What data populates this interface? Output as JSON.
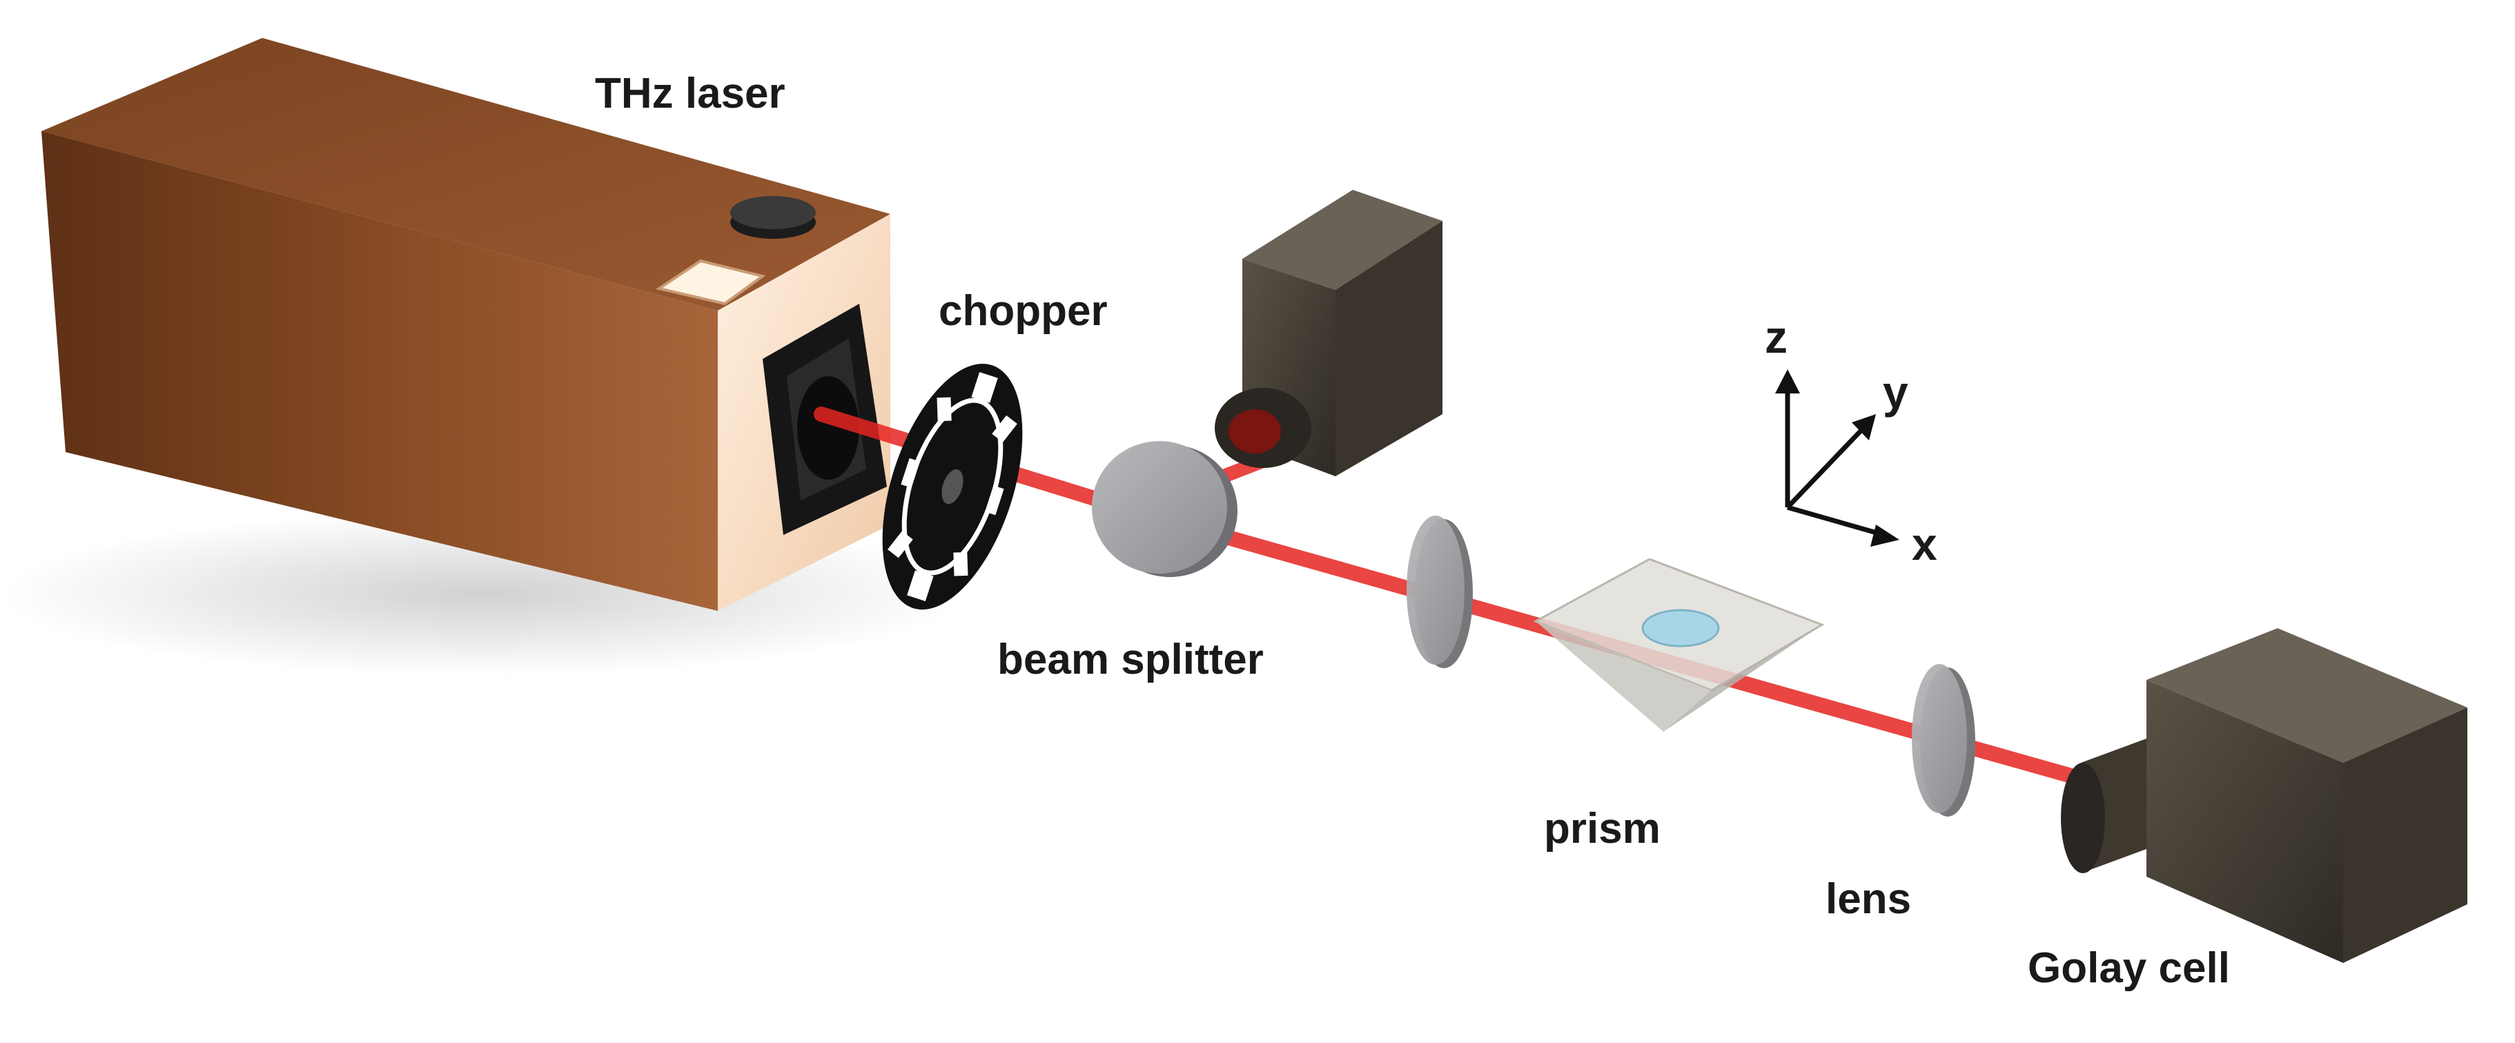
{
  "labels": {
    "thz_laser": "THz laser",
    "chopper": "chopper",
    "beam_splitter": "beam splitter",
    "prism": "prism",
    "lens": "lens",
    "golay_cell": "Golay cell"
  },
  "axes": {
    "x": "x",
    "y": "y",
    "z": "z"
  },
  "colors": {
    "laser_body": "#7a4320",
    "laser_body_dark": "#4e2812",
    "laser_face": "#f5d8bf",
    "detector": "#4a4238",
    "beam": "#e52421",
    "optic_glass": "#a8a8ab",
    "prism_glass": "#d7d5cf",
    "sample": "#a9d6e6"
  }
}
